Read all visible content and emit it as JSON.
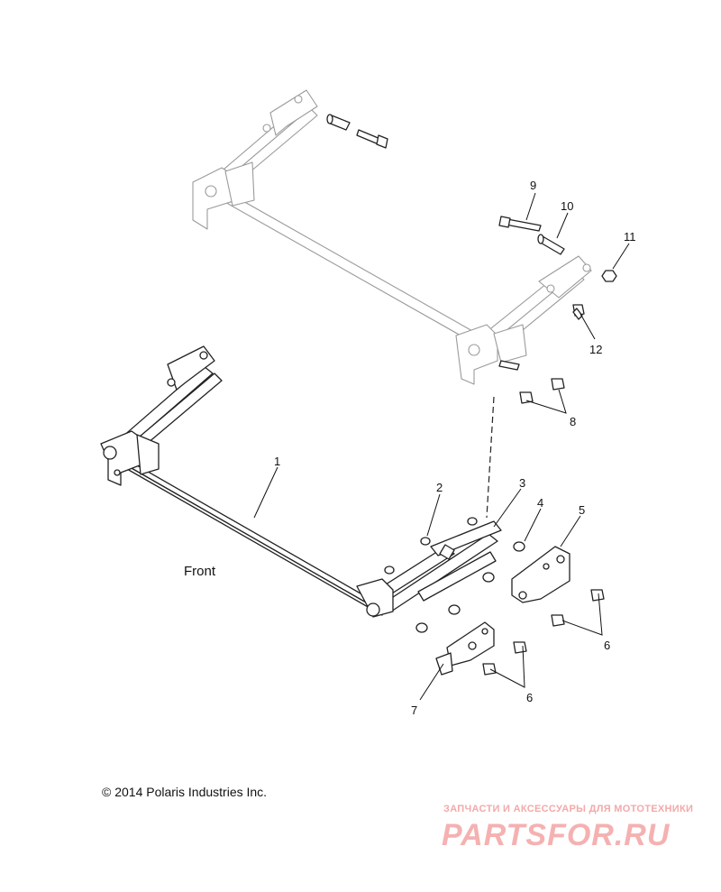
{
  "diagram": {
    "front_label": "Front",
    "callouts": [
      "1",
      "2",
      "3",
      "4",
      "5",
      "6",
      "6",
      "7",
      "8",
      "9",
      "10",
      "11",
      "12"
    ]
  },
  "footer": {
    "copyright": "© 2014 Polaris Industries Inc."
  },
  "watermark": {
    "tagline": "ЗАПЧАСТИ И АКСЕССУАРЫ ДЛЯ МОТОТЕХНИКИ",
    "logo": "PARTSFOR.RU"
  },
  "colors": {
    "line": "#222222",
    "ghost": "#9a9a9a",
    "watermark": "#f5b1b1"
  }
}
